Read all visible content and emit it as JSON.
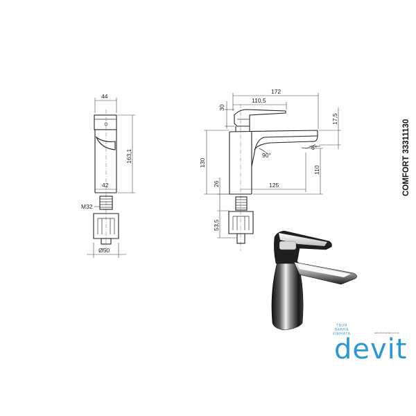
{
  "product": {
    "code": "COMFORT 33311130"
  },
  "side_view": {
    "dim_top_width": "44",
    "dim_height": "163,1",
    "dim_base_width": "42",
    "dim_thread": "M32",
    "dim_nut_diameter": "Ø50"
  },
  "front_view": {
    "dim_total_length": "172",
    "dim_lever_length": "110,5",
    "dim_lever_height": "30",
    "dim_spout_offset": "17,5",
    "dim_spout_angle": "90°",
    "dim_lever_angle": "6°",
    "dim_body_height": "130",
    "dim_spout_clearance": "110",
    "dim_spout_reach": "125",
    "dim_base_offset": "26",
    "dim_thread_length": "53,5"
  },
  "brand": {
    "tagline_1": "ТВОЯ",
    "tagline_2": "ВАННА",
    "tagline_3": "КІМНАТА",
    "url": "www.devit-sanitary.com.ua",
    "logo": "devit"
  },
  "colors": {
    "line": "#222222",
    "logo": "#2b97d4",
    "chrome_dark": "#1a1a1a",
    "chrome_light": "#e8e8e8"
  }
}
